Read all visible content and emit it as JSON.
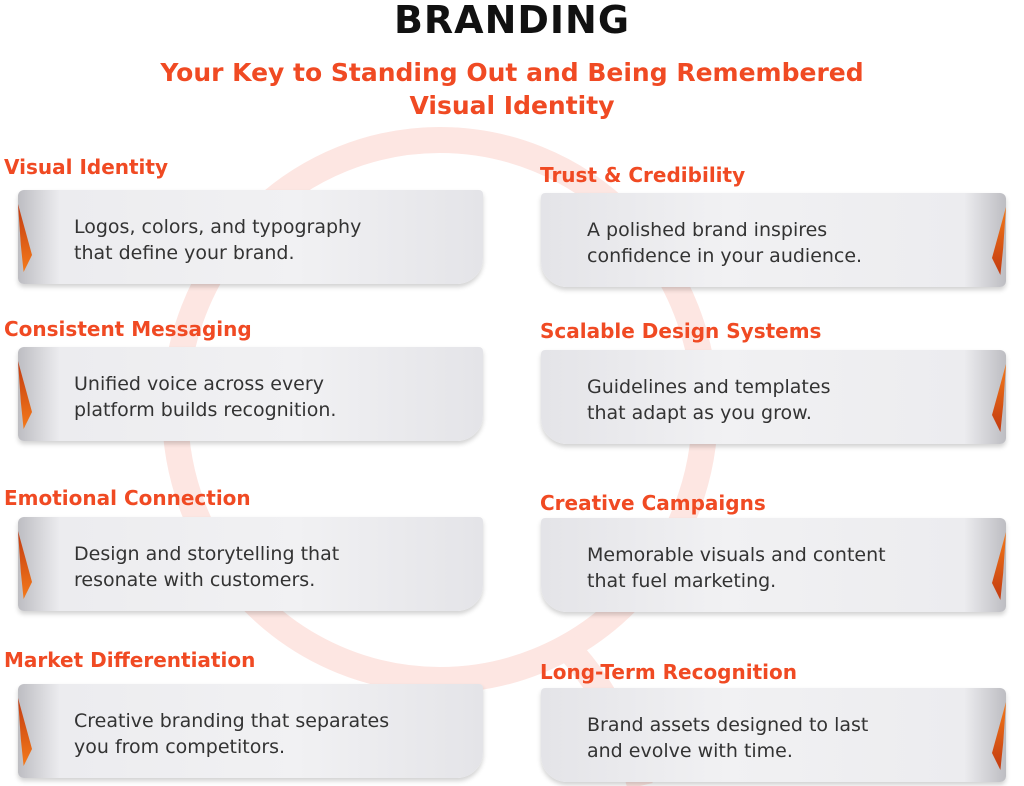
{
  "header": {
    "title": "BRANDING",
    "subtitle_line1": "Your Key to Standing Out and Being Remembered",
    "subtitle_line2": "Visual Identity"
  },
  "colors": {
    "accent": "#f04a23",
    "title": "#111111",
    "body_text": "#333333"
  },
  "left_items": [
    {
      "title": "Visual Identity",
      "line1": "Logos, colors, and typography",
      "line2": "that define your brand."
    },
    {
      "title": "Consistent Messaging",
      "line1": "Unified voice across every",
      "line2": "platform builds recognition."
    },
    {
      "title": "Emotional Connection",
      "line1": "Design and storytelling that",
      "line2": "resonate with customers."
    },
    {
      "title": "Market Differentiation",
      "line1": "Creative branding that separates",
      "line2": "you from competitors."
    }
  ],
  "right_items": [
    {
      "title": "Trust & Credibility",
      "line1": "A polished brand inspires",
      "line2": "confidence in your audience."
    },
    {
      "title": "Scalable Design Systems",
      "line1": "Guidelines and templates",
      "line2": "that adapt as you grow."
    },
    {
      "title": "Creative Campaigns",
      "line1": "Memorable visuals and content",
      "line2": "that fuel marketing."
    },
    {
      "title": "Long-Term Recognition",
      "line1": "Brand assets designed to last",
      "line2": "and evolve with time."
    }
  ]
}
